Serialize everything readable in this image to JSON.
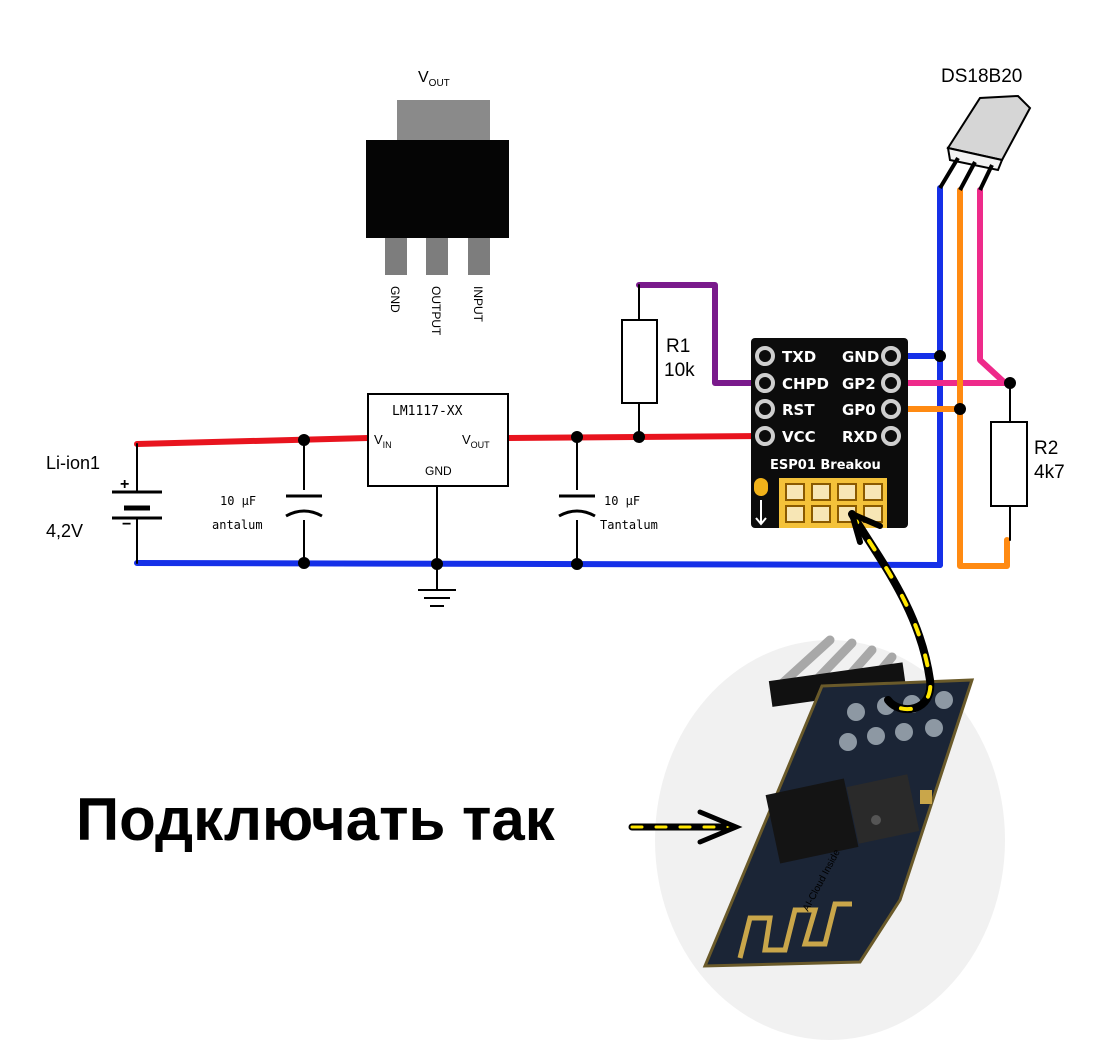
{
  "package": {
    "vout_label": "V",
    "vout_sub": "OUT",
    "pins": [
      "GND",
      "OUTPUT",
      "INPUT"
    ]
  },
  "regulator": {
    "name": "LM1117-XX",
    "vin": "V",
    "vin_sub": "IN",
    "vout": "V",
    "vout_sub": "OUT",
    "gnd": "GND"
  },
  "battery": {
    "name": "Li-ion1",
    "voltage": "4,2V",
    "plus": "+",
    "minus": "−"
  },
  "cap_left": {
    "value": "10 µF",
    "type": "antalum"
  },
  "cap_right": {
    "value": "10 µF",
    "type": "Tantalum"
  },
  "r1": {
    "name": "R1",
    "value": "10k"
  },
  "r2": {
    "name": "R2",
    "value": "4k7"
  },
  "sensor": {
    "name": "DS18B20"
  },
  "breakout": {
    "left_pins": [
      "TXD",
      "CHPD",
      "RST",
      "VCC"
    ],
    "right_pins": [
      "GND",
      "GP2",
      "GP0",
      "RXD"
    ],
    "title": "ESP01 Breakou"
  },
  "module": {
    "caption": "AI-Cloud Inside"
  },
  "caption": "Подключать так",
  "colors": {
    "vcc_wire": "#e8141e",
    "gnd_wire": "#1530e8",
    "purple_wire": "#7a1a8c",
    "pink_wire": "#ee2a8a",
    "orange_wire": "#ff8a12",
    "arrow_dash": "#ffe600"
  }
}
